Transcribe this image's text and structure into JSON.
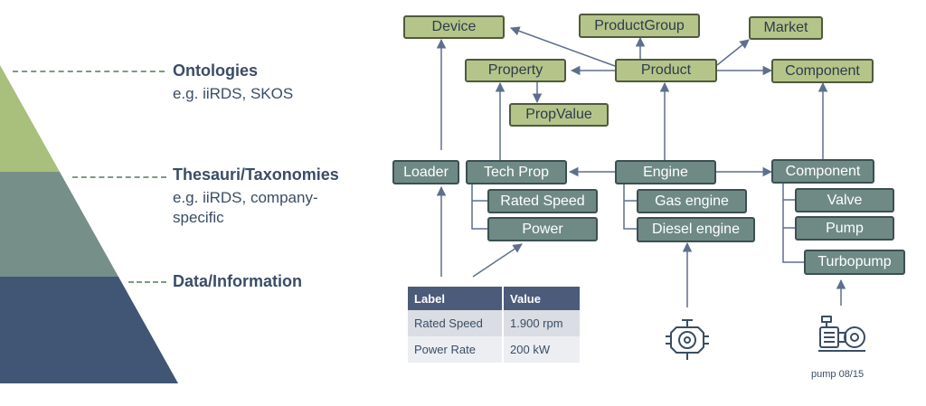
{
  "pyramid": {
    "levels": [
      {
        "title": "Ontologies",
        "subtitle": "e.g. iiRDS, SKOS",
        "color": "#a9bf7c"
      },
      {
        "title": "Thesauri/Taxonomies",
        "subtitle": "e.g. iiRDS, company-specific",
        "color": "#768f88"
      },
      {
        "title": "Data/Information",
        "subtitle": "",
        "color": "#415574"
      }
    ]
  },
  "ontology_nodes": {
    "device": "Device",
    "product_group": "ProductGroup",
    "market": "Market",
    "property": "Property",
    "product": "Product",
    "component": "Component",
    "prop_value": "PropValue"
  },
  "data_nodes": {
    "loader": "Loader",
    "tech_prop": "Tech Prop",
    "engine": "Engine",
    "component": "Component",
    "rated_speed": "Rated Speed",
    "power": "Power",
    "gas_engine": "Gas engine",
    "diesel_engine": "Diesel engine",
    "valve": "Valve",
    "pump": "Pump",
    "turbopump": "Turbopump"
  },
  "value_table": {
    "headers": [
      "Label",
      "Value"
    ],
    "rows": [
      [
        "Rated Speed",
        "1.900 rpm"
      ],
      [
        "Power Rate",
        "200 kW"
      ]
    ]
  },
  "icons": [
    "engine-icon",
    "pump-icon"
  ],
  "pump_caption": "pump 08/15",
  "colors": {
    "ontology_node": "#b5c589",
    "data_node": "#6f8a85",
    "edge": "#5e6f8e",
    "table_header": "#4c5b7a"
  }
}
